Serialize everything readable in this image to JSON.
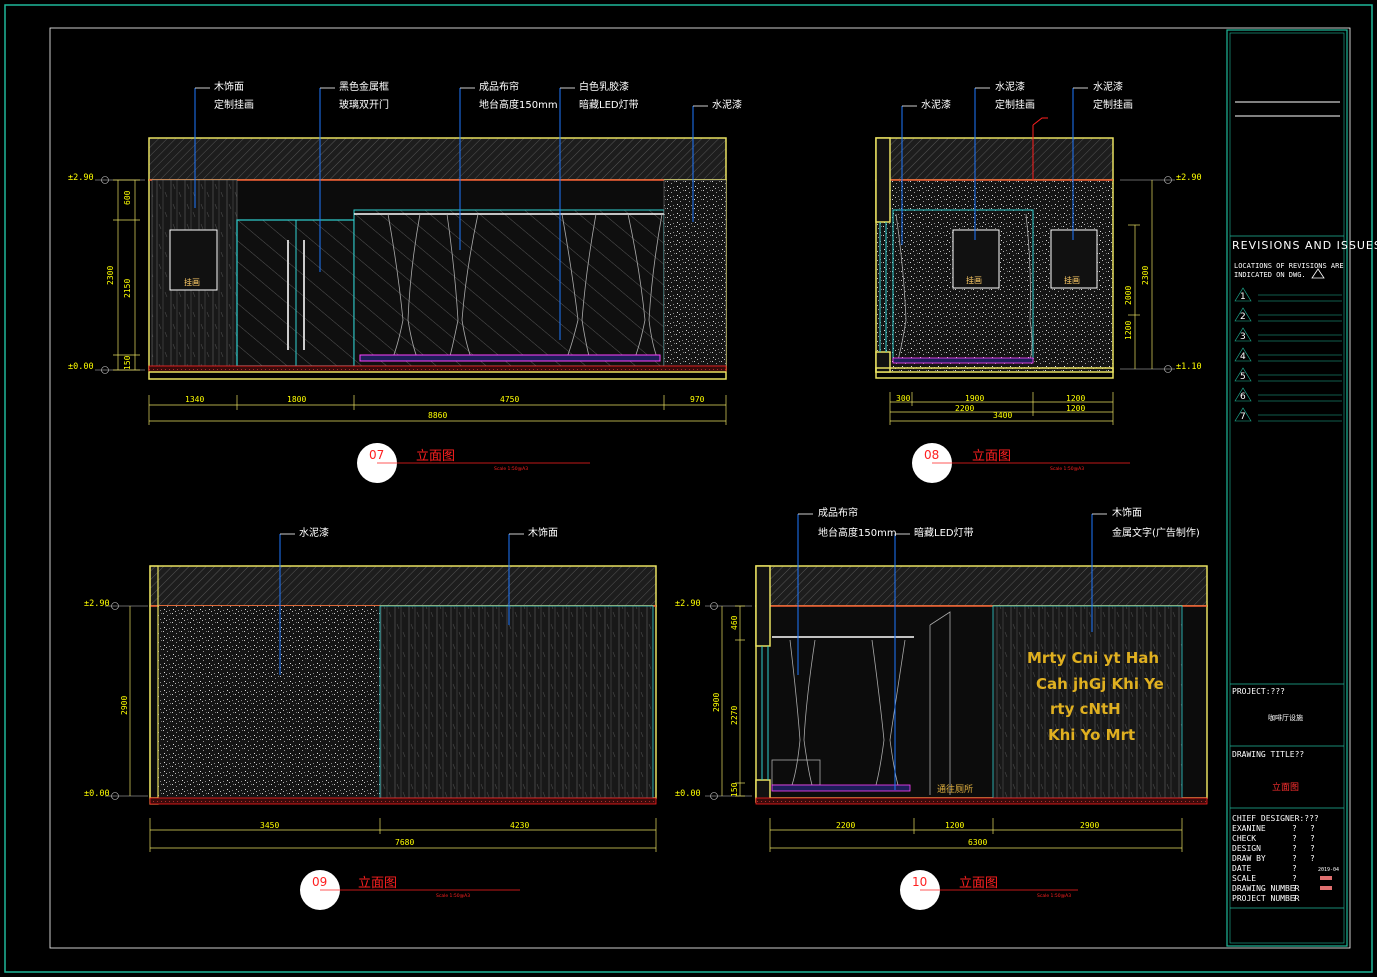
{
  "views": [
    {
      "id": "07",
      "title": "立面图",
      "scale": "Scale 1:50@A3",
      "labels": [
        "木饰面",
        "定制挂画",
        "黑色金属框",
        "玻璃双开门",
        "成品布帘",
        "地台高度150mm",
        "白色乳胶漆",
        "暗藏LED灯带",
        "水泥漆"
      ],
      "levels": [
        "±2.90",
        "±0.00"
      ],
      "dims_bottom": [
        "1340",
        "1800",
        "4750",
        "970",
        "8860"
      ],
      "dims_left": [
        "600",
        "2300",
        "2150",
        "150"
      ],
      "painting": "挂画"
    },
    {
      "id": "08",
      "title": "立面图",
      "scale": "Scale 1:50@A3",
      "labels": [
        "水泥漆",
        "水泥漆",
        "定制挂画",
        "水泥漆",
        "定制挂画"
      ],
      "levels": [
        "±2.90",
        "±1.10"
      ],
      "dims_bottom": [
        "300",
        "1900",
        "1200",
        "2200",
        "1200",
        "3400"
      ],
      "dims_right": [
        "2300",
        "2000",
        "1200"
      ],
      "paintings": [
        "挂画",
        "挂画"
      ]
    },
    {
      "id": "09",
      "title": "立面图",
      "scale": "Scale 1:50@A3",
      "labels": [
        "水泥漆",
        "木饰面"
      ],
      "levels": [
        "±2.90",
        "±0.00"
      ],
      "dims_bottom": [
        "3450",
        "4230",
        "7680"
      ],
      "dims_left": [
        "2900"
      ]
    },
    {
      "id": "10",
      "title": "立面图",
      "scale": "Scale 1:50@A3",
      "labels": [
        "成品布帘",
        "地台高度150mm",
        "暗藏LED灯带",
        "木饰面",
        "金属文字(广告制作)"
      ],
      "levels": [
        "±2.90",
        "±0.00"
      ],
      "dims_bottom": [
        "2200",
        "1200",
        "2900",
        "6300"
      ],
      "dims_left": [
        "460",
        "2900",
        "2270",
        "150"
      ],
      "passage": "通往厕所",
      "sign_lines": [
        "Mrty Cni yt Hah",
        "Cah jhGj Khi Ye",
        "rty cNtH",
        "Khi Yo Mrt"
      ]
    }
  ],
  "title_block": {
    "revisions_header": "REVISIONS AND ISSUES",
    "revisions_note_1": "LOCATIONS OF REVISIONS ARE",
    "revisions_note_2": "INDICATED ON DWG.",
    "revision_marks": [
      "1",
      "2",
      "3",
      "4",
      "5",
      "6",
      "7"
    ],
    "project_label": "PROJECT:???",
    "project_value": "咖啡厅设施",
    "drawing_title_label": "DRAWING  TITLE??",
    "drawing_title_value": "立面图",
    "rows": [
      {
        "label": "CHIEF DESIGNER:???",
        "v1": "",
        "v2": ""
      },
      {
        "label": "EXANINE",
        "v1": "?",
        "v2": "?"
      },
      {
        "label": "CHECK",
        "v1": "?",
        "v2": "?"
      },
      {
        "label": "DESIGN",
        "v1": "?",
        "v2": "?"
      },
      {
        "label": "DRAW BY",
        "v1": "?",
        "v2": "?"
      },
      {
        "label": "DATE",
        "v1": "?",
        "v2": "2019-04"
      },
      {
        "label": "SCALE",
        "v1": "?",
        "v2": ""
      },
      {
        "label": "DRAWING NUMBER",
        "v1": "?",
        "v2": ""
      },
      {
        "label": "PROJECT NUMBER",
        "v1": "?",
        "v2": ""
      }
    ]
  },
  "colors": {
    "frame": "#1fb89a",
    "wall": "#e8e060",
    "leader": "#1e78ff",
    "dimension": "#ffff00",
    "red": "#ff2020",
    "cyan": "#30d0d0"
  }
}
